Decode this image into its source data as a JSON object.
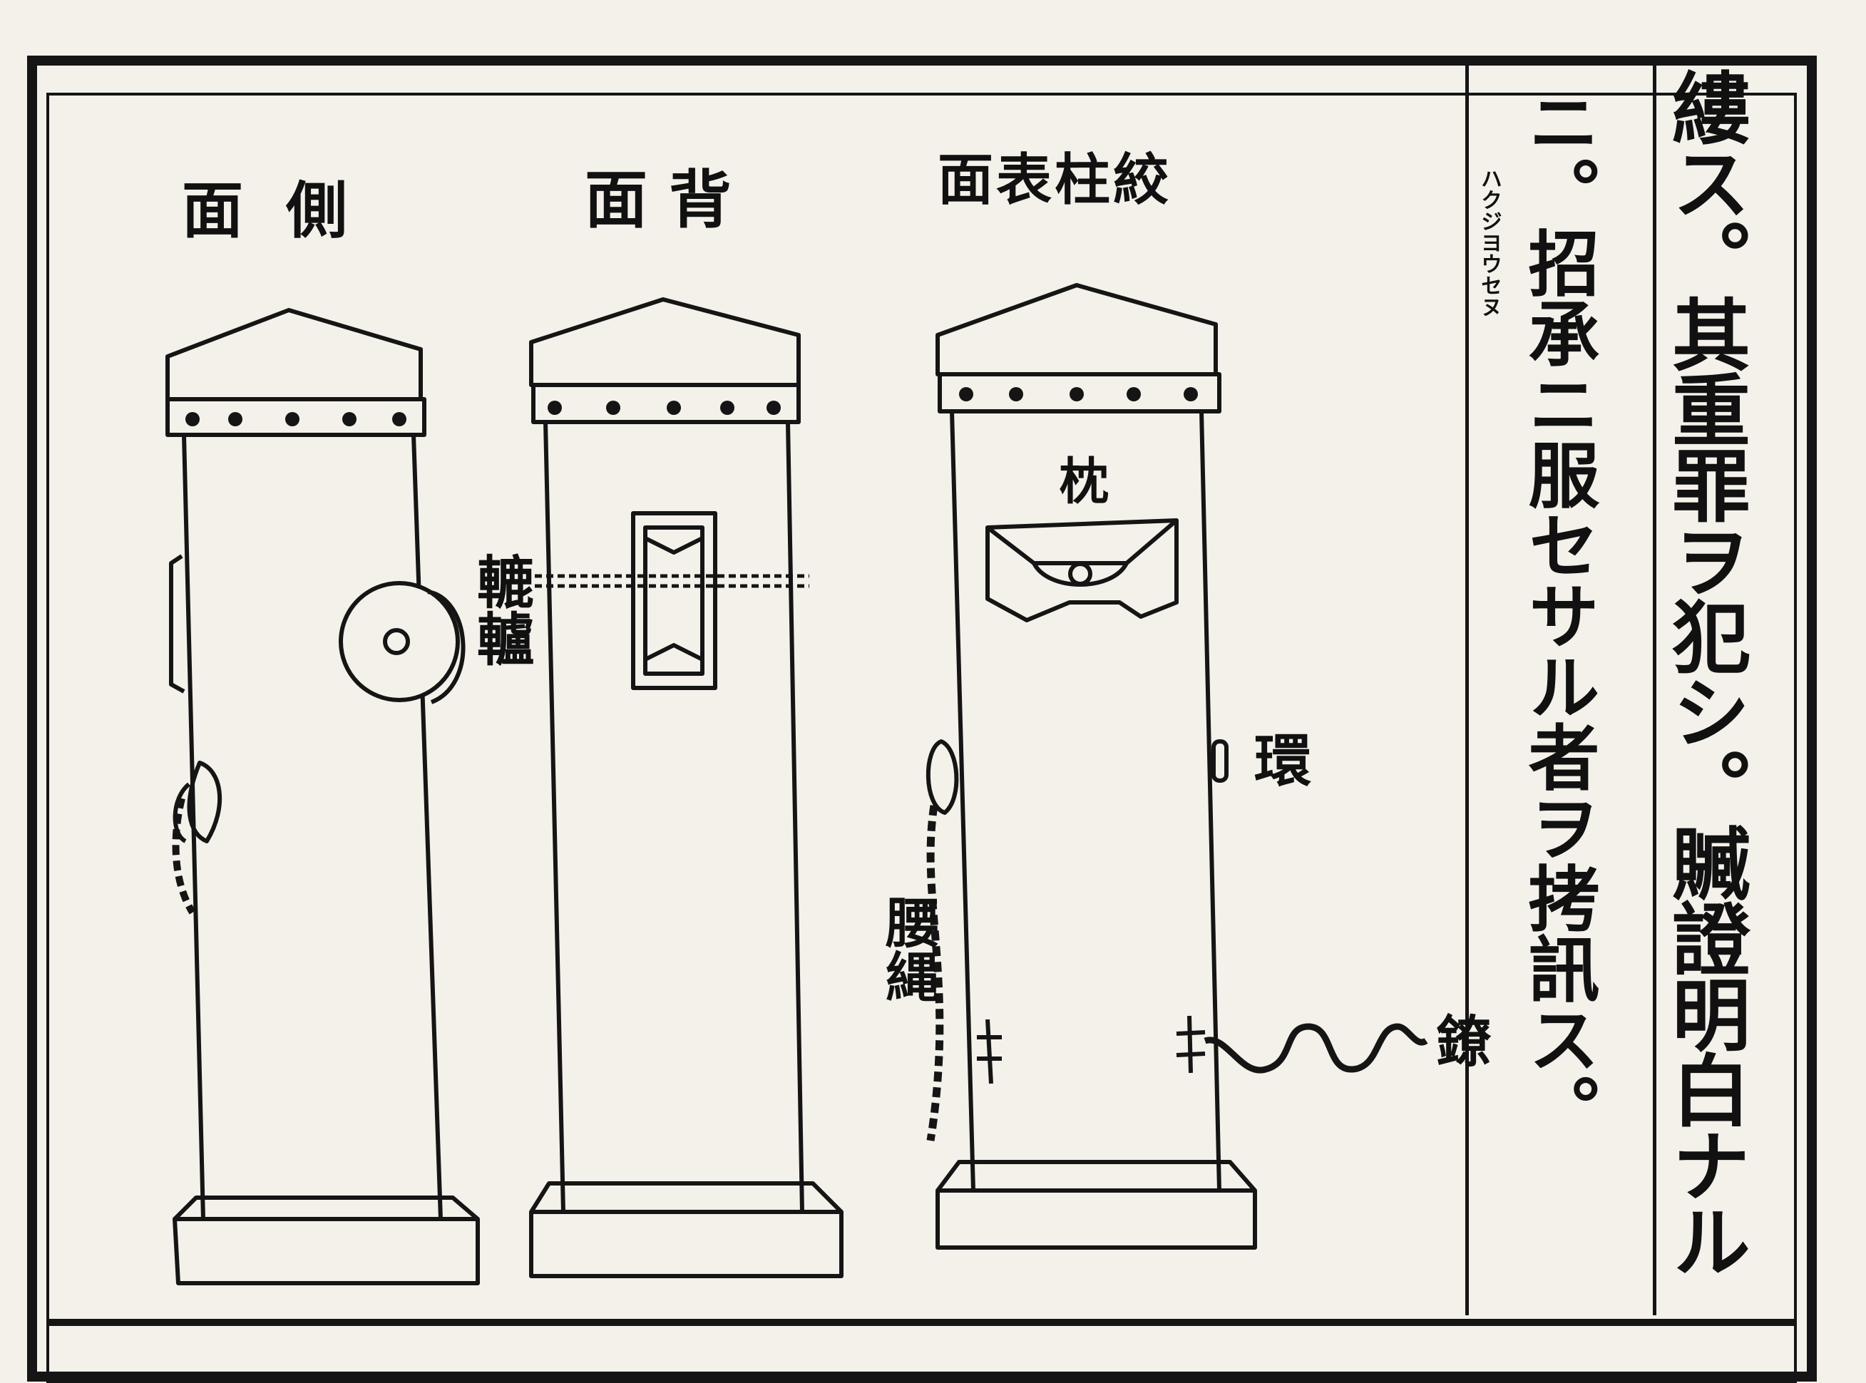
{
  "headings": {
    "front": "絞柱表面",
    "back": "背面",
    "side": "側面"
  },
  "callouts": {
    "pulley": "轆轤",
    "pillow": "枕",
    "ring": "環",
    "chain": "鐐",
    "rope": "腰縄"
  },
  "text_columns": {
    "col1": "縷ス。其重罪ヲ犯シ。贓證明白ナル",
    "col2_main": "ニ。招承ニ服セサル者ヲ拷訊ス。",
    "col2_gloss": "ハクジヨウセヌ"
  }
}
